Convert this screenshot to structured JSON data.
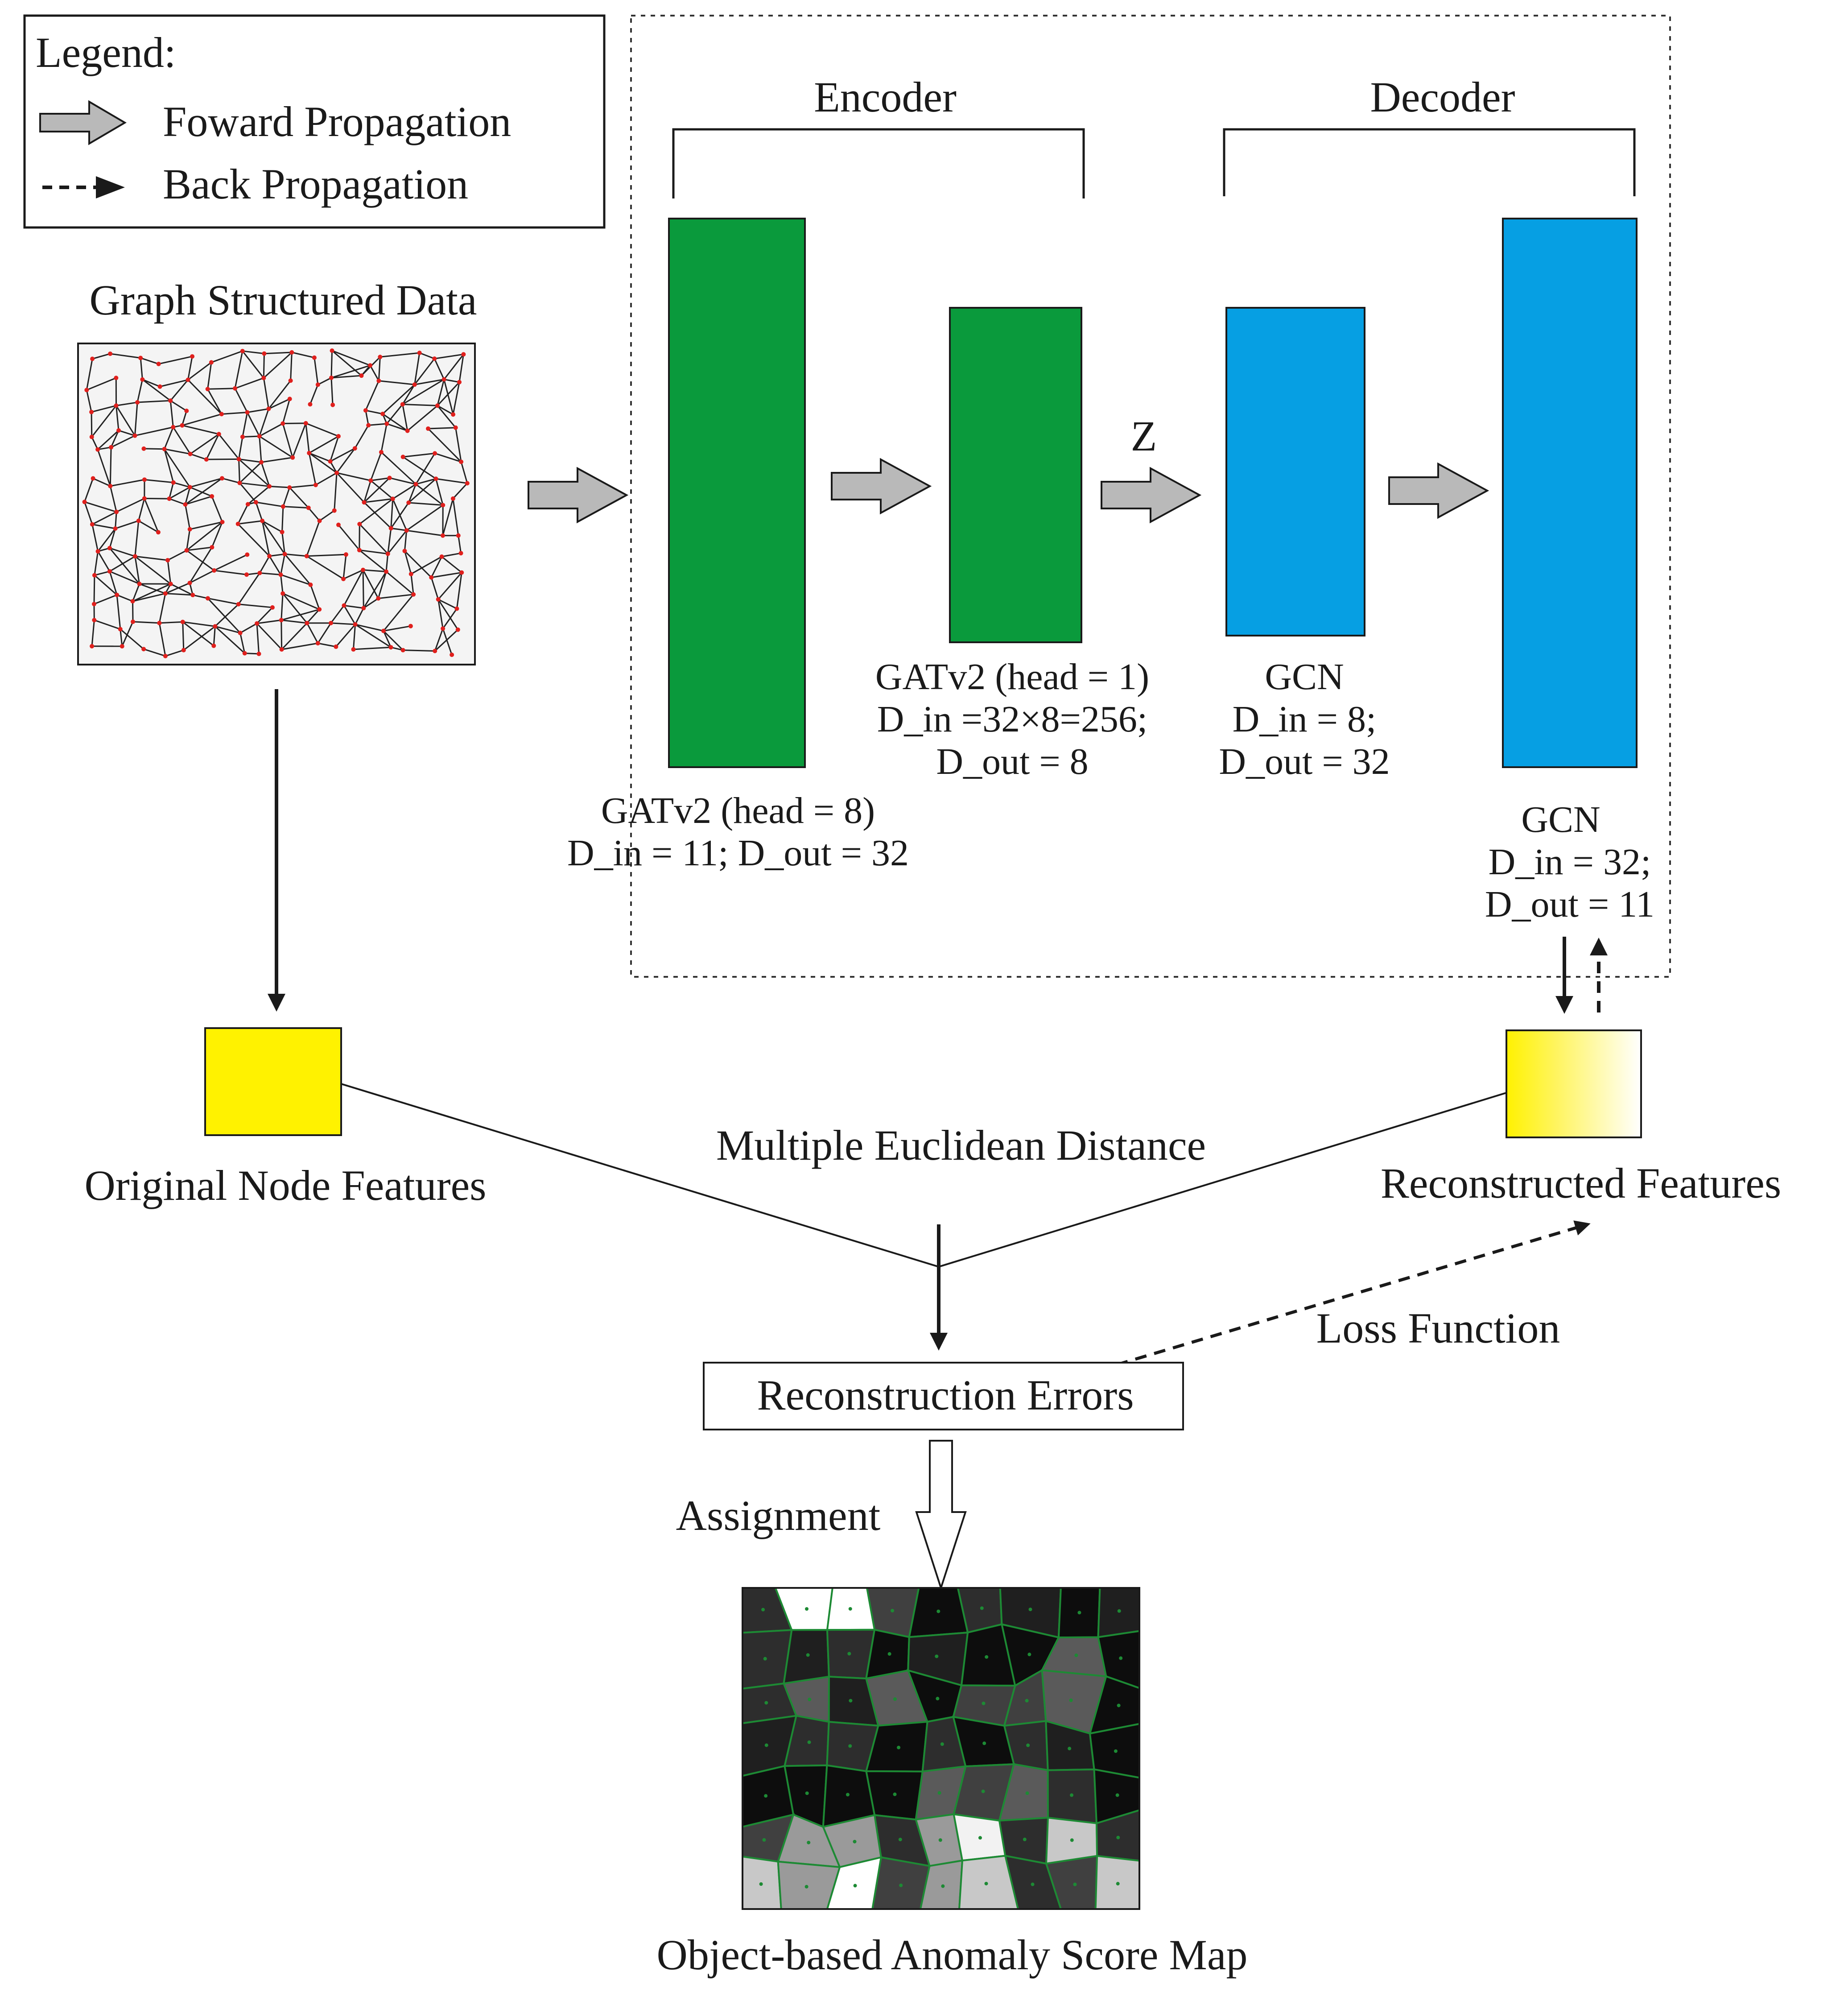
{
  "legend": {
    "title": "Legend:",
    "forward_label": "Foward Propagation",
    "backward_label": "Back Propagation"
  },
  "graph_data": {
    "title": "Graph Structured Data"
  },
  "encoder": {
    "title": "Encoder",
    "layer1": {
      "line1": "GATv2 (head = 8)",
      "line2": "D_in = 11; D_out = 32"
    },
    "layer2": {
      "line1": "GATv2 (head = 1)",
      "line2": "D_in =32×8=256;",
      "line3": "D_out = 8"
    }
  },
  "latent_label": "Z",
  "decoder": {
    "title": "Decoder",
    "layer1": {
      "line1": "GCN",
      "line2": "D_in =  8;",
      "line3": "D_out = 32"
    },
    "layer2": {
      "line1": "GCN",
      "line2": "D_in =  32;",
      "line3": "D_out = 11"
    }
  },
  "original_features": {
    "label": "Original Node Features"
  },
  "reconstructed_features": {
    "label": "Reconstructed Features"
  },
  "distance_label": "Multiple Euclidean Distance",
  "loss_label": "Loss Function",
  "errors_label": "Reconstruction Errors",
  "assignment_label": "Assignment",
  "score_map_label": "Object-based Anomaly Score Map",
  "colors": {
    "encoder_block": "#0a9a3c",
    "decoder_block": "#069fe3",
    "feature_yellow": "#fff200",
    "arrow_gray": "#b9b9b9",
    "node_red": "#e0201d",
    "segment_border": "#1d8a34"
  },
  "icons": {
    "forward_arrow": "block-arrow-icon",
    "back_arrow": "dashed-arrow-icon",
    "assignment_arrow": "hollow-down-arrow-icon"
  }
}
